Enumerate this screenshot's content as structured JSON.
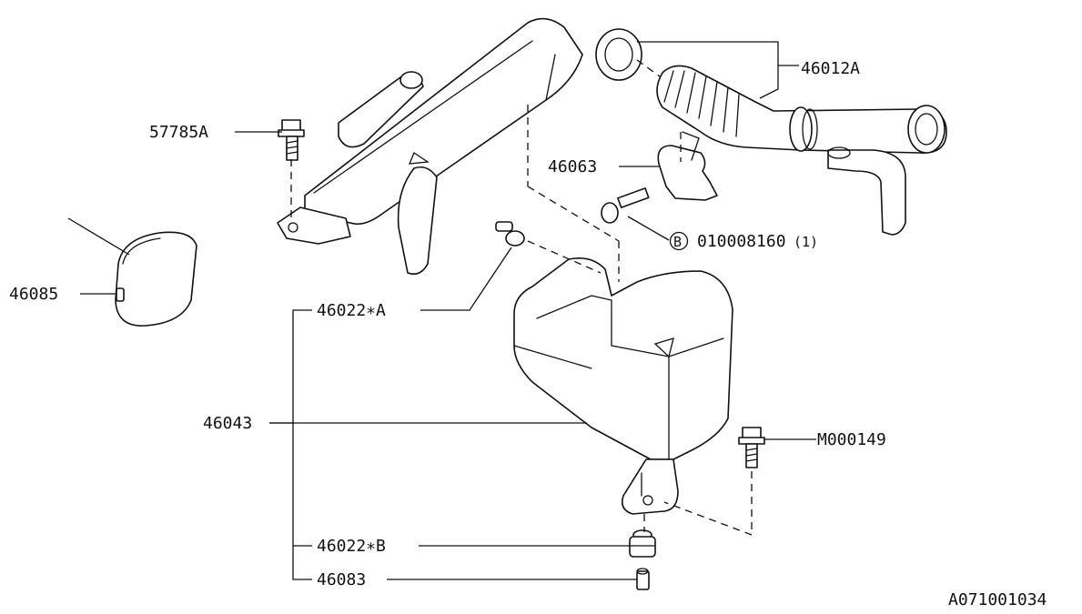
{
  "labels": {
    "p46012A": "46012A",
    "p57785A": "57785A",
    "p46063": "46063",
    "bolt_marker": "B",
    "bolt_code": "010008160",
    "bolt_qty": "(1)",
    "p46085": "46085",
    "p46022A": "46022∗A",
    "p46043": "46043",
    "pM000149": "M000149",
    "p46022B": "46022∗B",
    "p46083": "46083",
    "diagram_id": "A071001034"
  }
}
